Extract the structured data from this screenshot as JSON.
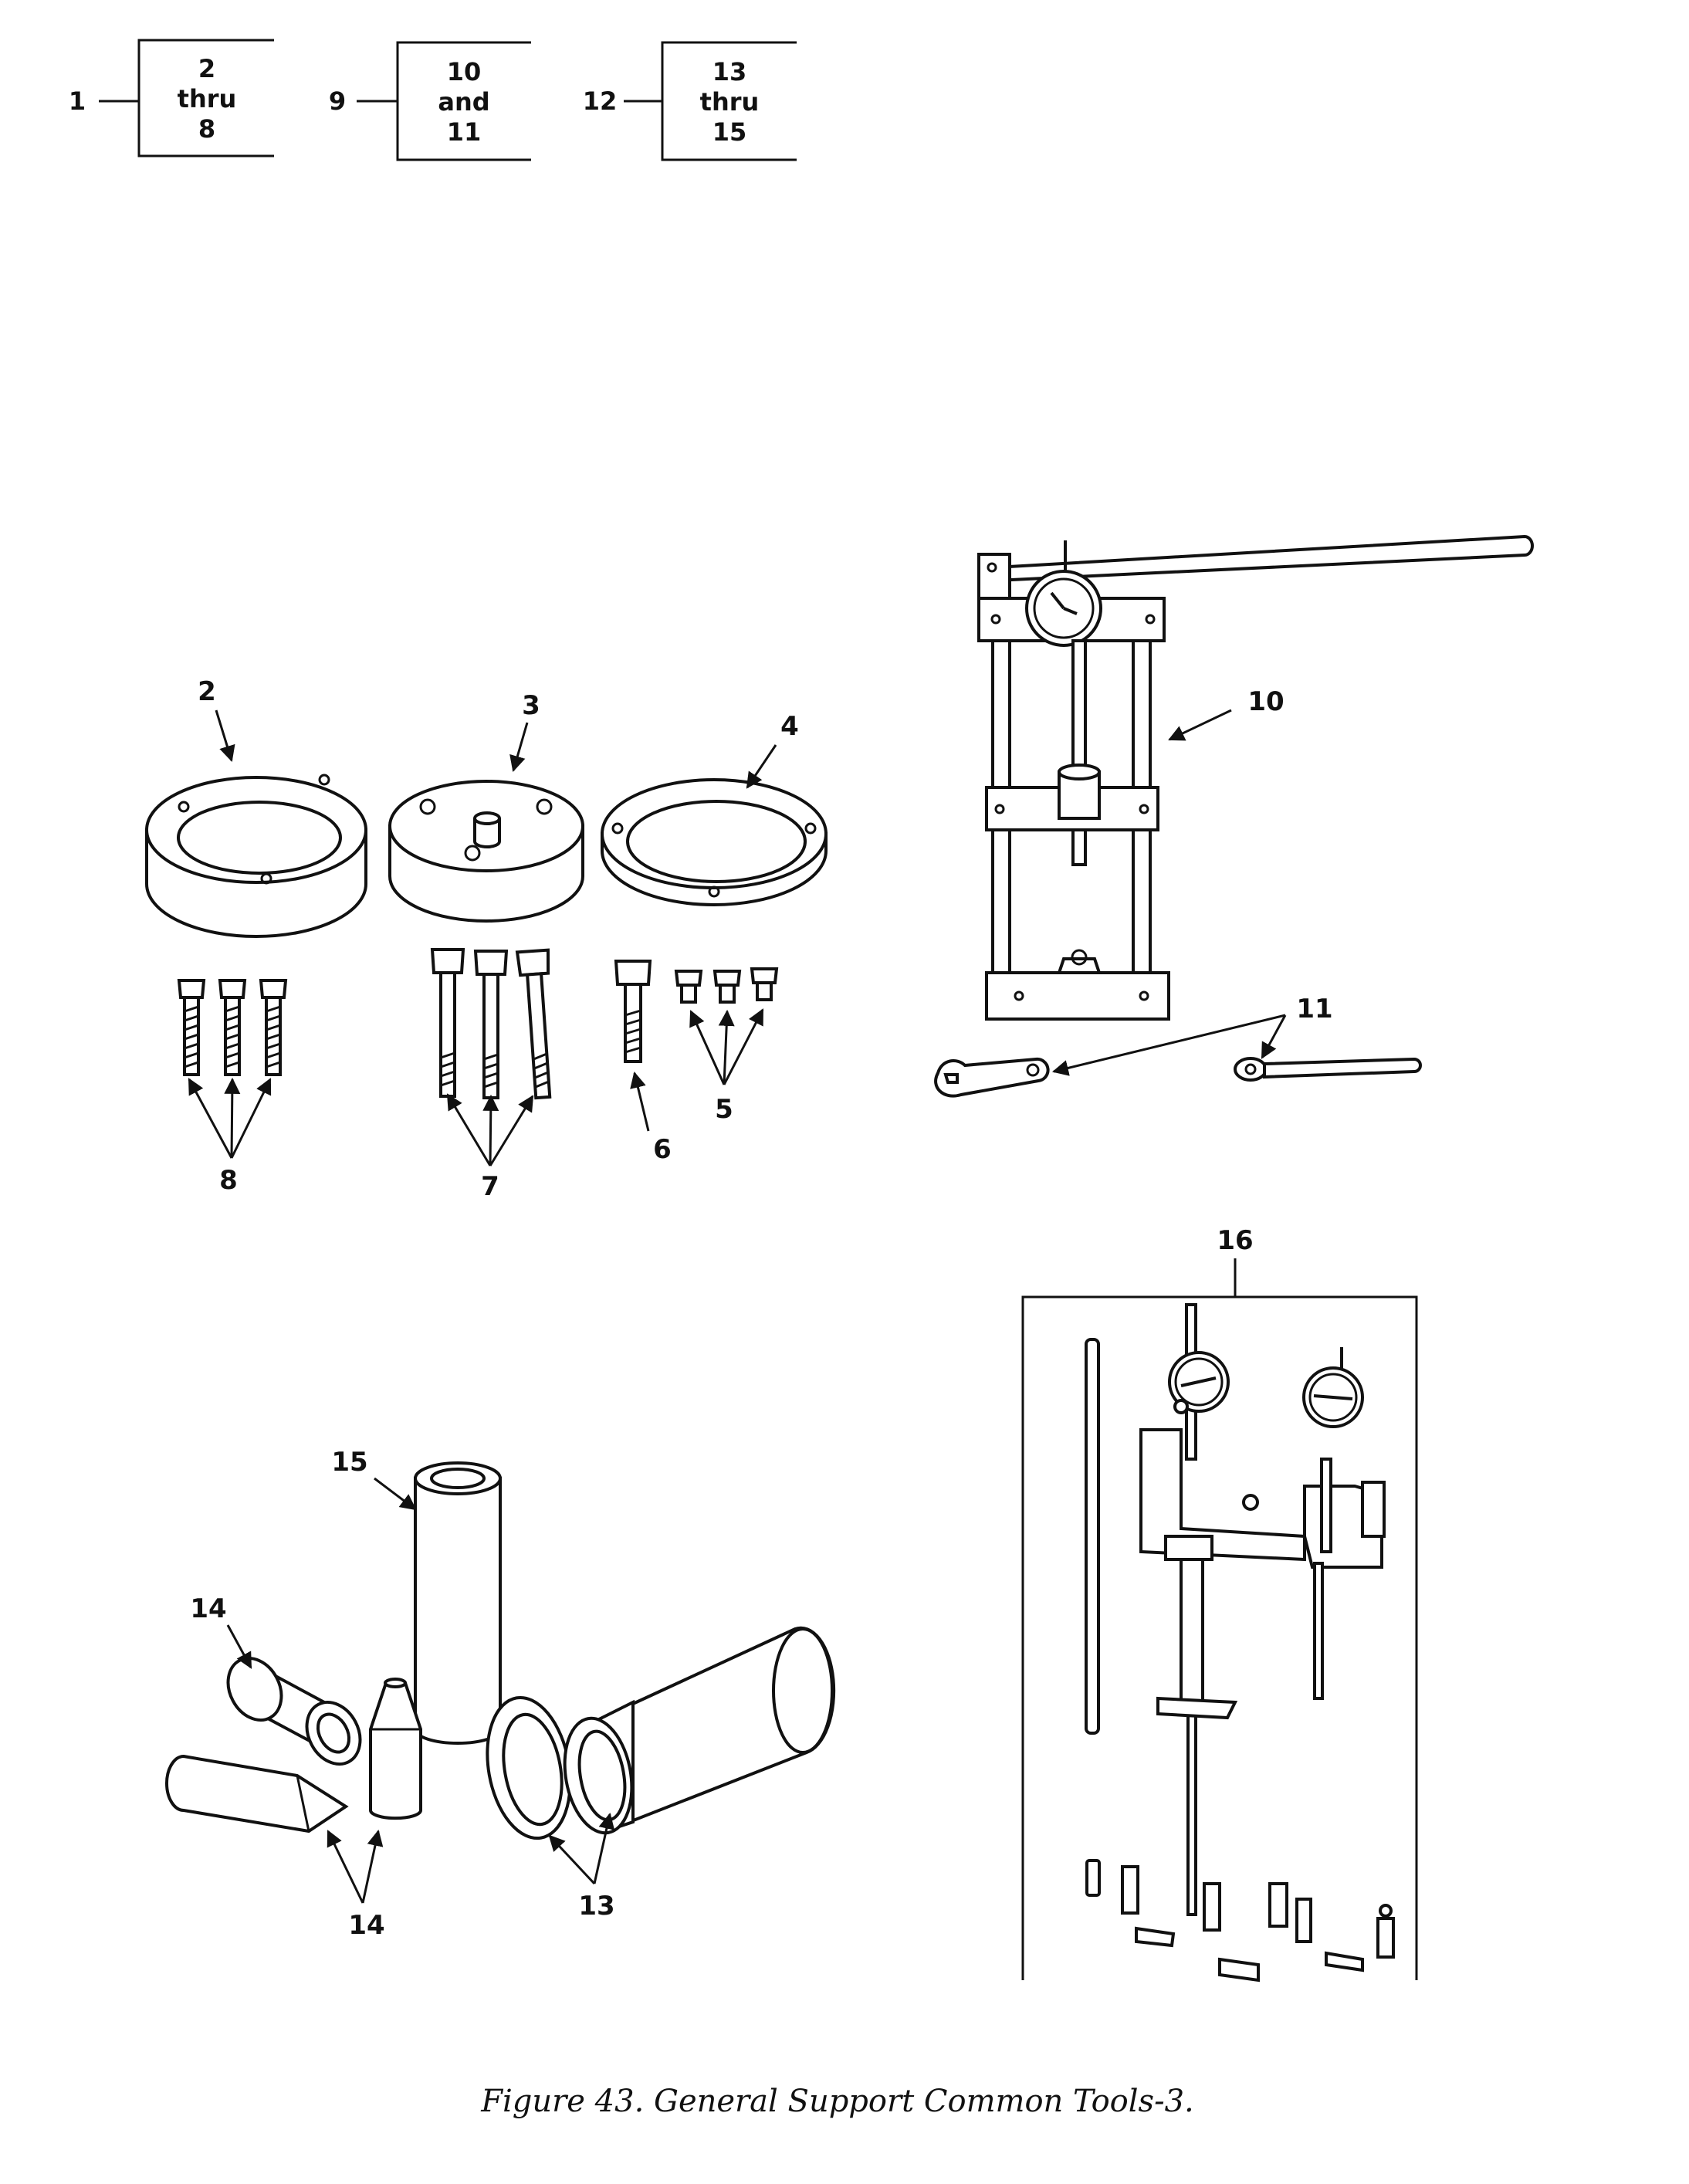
{
  "key": [
    {
      "item": "1",
      "lines": [
        "2",
        "thru",
        "8"
      ]
    },
    {
      "item": "9",
      "lines": [
        "10",
        "and",
        "11"
      ]
    },
    {
      "item": "12",
      "lines": [
        "13",
        "thru",
        "15"
      ]
    }
  ],
  "callouts": {
    "c2": "2",
    "c3": "3",
    "c4": "4",
    "c5": "5",
    "c6": "6",
    "c7": "7",
    "c8": "8",
    "c10": "10",
    "c11": "11",
    "c13": "13",
    "c14a": "14",
    "c14b": "14",
    "c15": "15",
    "c16": "16"
  },
  "caption": "Figure 43. General Support Common Tools-3."
}
